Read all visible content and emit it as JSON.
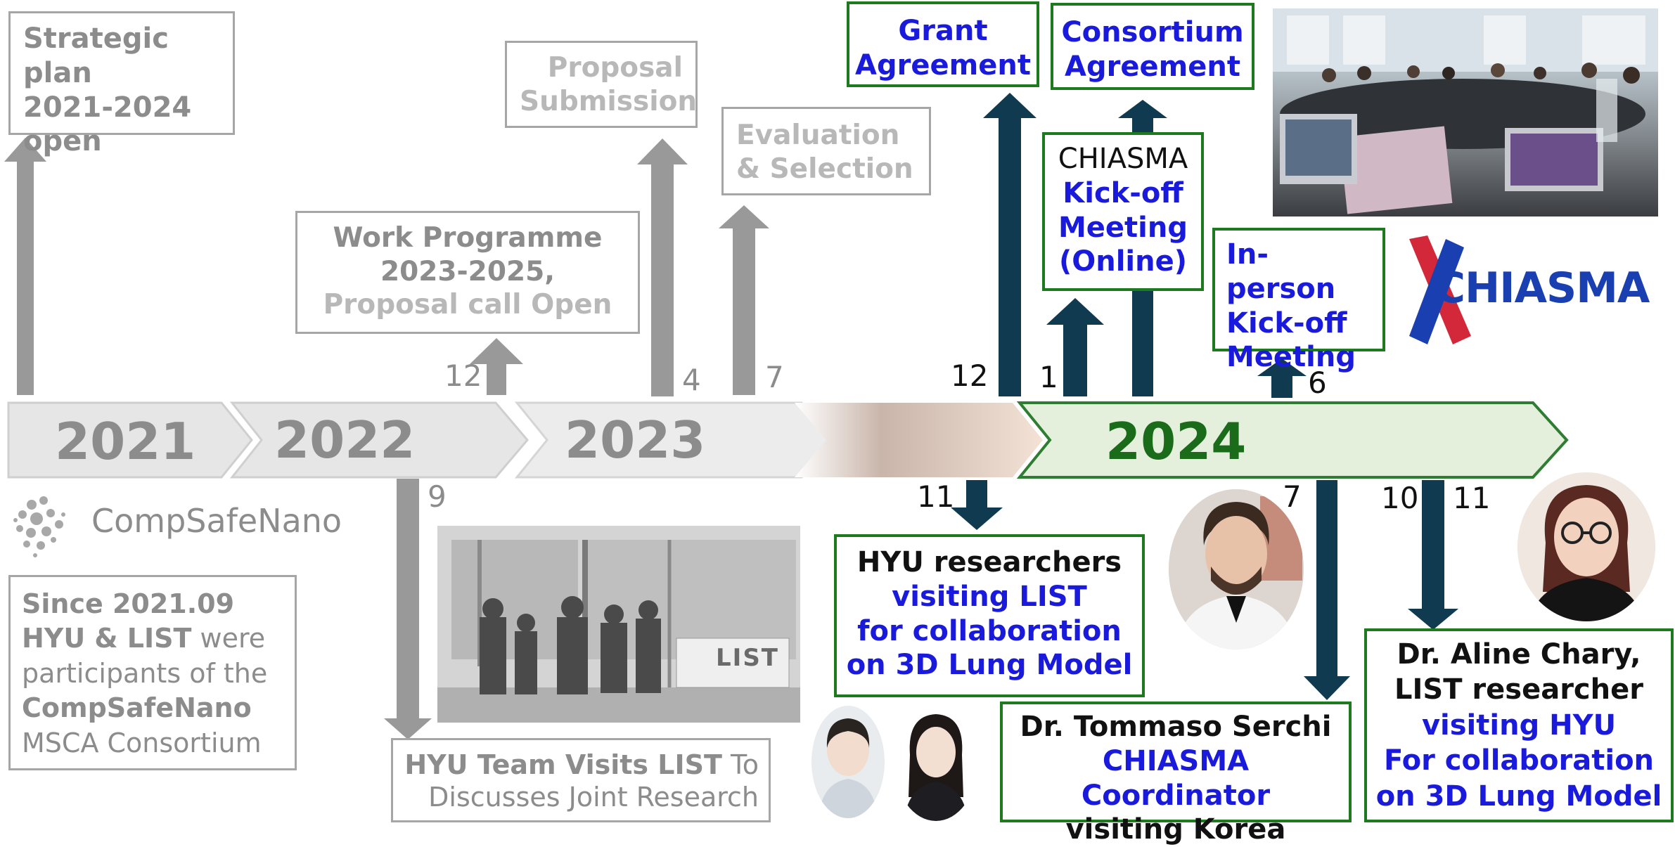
{
  "timeline": {
    "years": [
      "2021",
      "2022",
      "2023",
      "2024"
    ],
    "colors": {
      "past": "#e6e6e6",
      "current_fill": "#e4efdc",
      "current_border": "#2e7d32",
      "current_text": "#1a6b1a",
      "past_text": "#8c8c8c",
      "arrow_dark": "#0f3a4f",
      "arrow_gray": "#999999"
    }
  },
  "above": {
    "strategic_plan": {
      "line1": "Strategic plan",
      "line2": "2021-2024",
      "line3": "open"
    },
    "work_programme": {
      "line1": "Work Programme",
      "line2": "2023-2025,",
      "line3": "Proposal call Open",
      "month": "12"
    },
    "proposal_submission": {
      "line1": "Proposal",
      "line2": "Submission",
      "month": "4"
    },
    "evaluation": {
      "line1": "Evaluation",
      "line2": "& Selection",
      "month": "7"
    },
    "grant_agreement": {
      "line1": "Grant",
      "line2": "Agreement",
      "month": "12"
    },
    "consortium_agreement": {
      "line1": "Consortium",
      "line2": "Agreement"
    },
    "kickoff_online": {
      "line1": "CHIASMA",
      "line2": "Kick-off",
      "line3": "Meeting",
      "line4": "(Online)",
      "month": "1"
    },
    "kickoff_inperson": {
      "line1": "In-person",
      "line2": "Kick-off",
      "line3": "Meeting",
      "month": "6"
    }
  },
  "below": {
    "compsafenano_logo": "CompSafeNano",
    "since_box": {
      "line1": "Since 2021.09",
      "line2a": "HYU & LIST",
      "line2b": " were",
      "line3": "participants of the",
      "line4": "CompSafeNano",
      "line5": "MSCA Consortium"
    },
    "hyu_team_visit": {
      "line1a": "HYU Team Visits LIST",
      "line1b": " To",
      "line2": "Discusses Joint Research",
      "month": "9"
    },
    "photo_sign": "LIST",
    "hyu_researchers": {
      "line1": "HYU researchers",
      "line2": "visiting LIST",
      "line3": "for collaboration",
      "line4": "on 3D Lung Model",
      "month": "11"
    },
    "serchi": {
      "line1": "Dr. Tommaso Serchi",
      "line2": "CHIASMA Coordinator",
      "line3": "visiting Korea",
      "month": "7"
    },
    "chary": {
      "line1": "Dr. Aline Chary,",
      "line2": "LIST researcher",
      "line3": "visiting HYU",
      "line4": "For collaboration",
      "line5": "on 3D Lung Model",
      "month_a": "10",
      "month_b": "11"
    }
  },
  "logo": {
    "text": "CHIASMA",
    "color": "#1a3fb0",
    "accent": "#d3283a"
  }
}
